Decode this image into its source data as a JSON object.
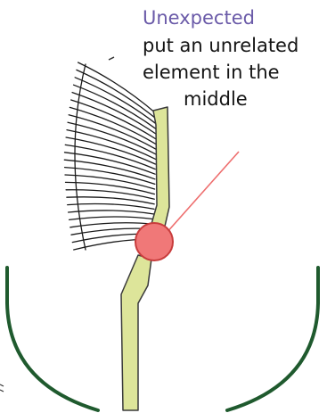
{
  "annotation": {
    "title": "Unexpected",
    "lines": [
      "put an unrelated",
      "element in the",
      "middle"
    ]
  },
  "colors": {
    "title": "#6a5aa8",
    "text": "#141414",
    "stem_fill": "#dde59a",
    "stem_stroke": "#3a3a3a",
    "gills": "#1a1a1a",
    "pointer_line": "#ee6f6f",
    "dot_fill": "#f07878",
    "dot_stroke": "#c83c3c",
    "frame": "#1f5a2e"
  },
  "elements": {
    "mushroom_cap": "fan-shaped gills",
    "stem": "long pale green stem",
    "unrelated_element": "red circle placed in the middle of the stem",
    "frame": "rounded green frame"
  }
}
